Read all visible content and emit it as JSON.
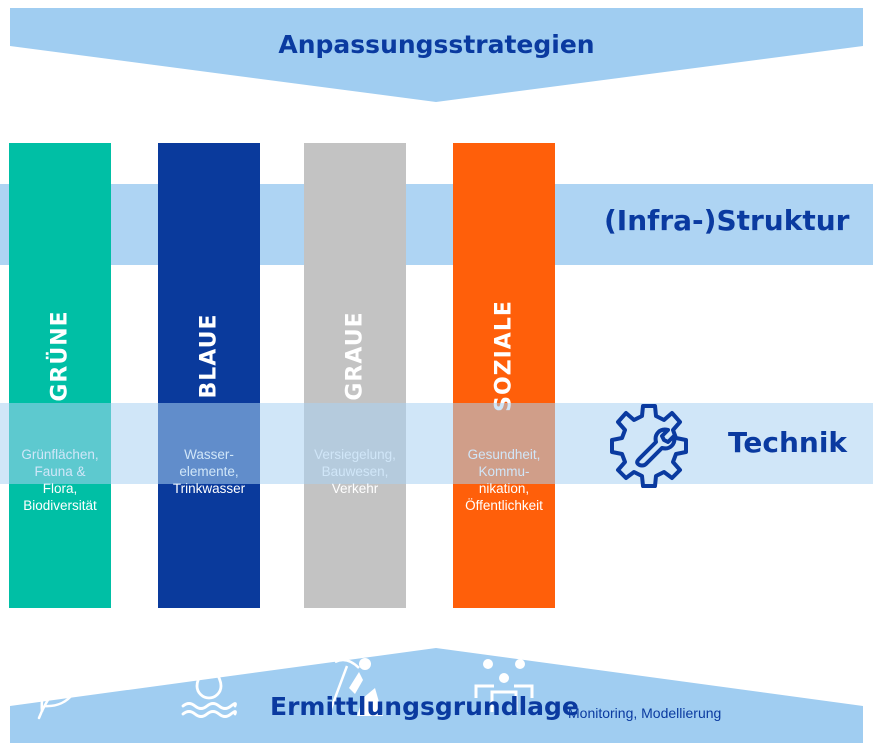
{
  "top": {
    "title": "Anpassungsstrategien"
  },
  "bands": {
    "infra": "(Infra-)Struktur",
    "tech": "Technik"
  },
  "columns": [
    {
      "title": "GRÜNE",
      "desc": "Grünflächen,\nFauna &\nFlora,\nBiodiversität",
      "color": "#00bfa5",
      "icon": "leaf-icon"
    },
    {
      "title": "BLAUE",
      "desc": "Wasser-\nelemente,\nTrinkwasser",
      "color": "#0a3a9c",
      "icon": "water-drop-icon"
    },
    {
      "title": "GRAUE",
      "desc": "Versiegelung,\nBauwesen,\nVerkehr",
      "color": "#c3c3c3",
      "icon": "construction-worker-icon"
    },
    {
      "title": "SOZIALE",
      "desc": "Gesundheit,\nKommu-\nnikation,\nÖffentlichkeit",
      "color": "#ff5f0a",
      "icon": "people-meeting-icon"
    }
  ],
  "bottom": {
    "title": "Ermittlungsgrundlage",
    "subtitle": "Monitoring, Modellierung"
  },
  "colors": {
    "accent": "#0a3aa0",
    "light_blue": "#a0cdf1",
    "tech_icon": "gear-wrench-icon"
  }
}
